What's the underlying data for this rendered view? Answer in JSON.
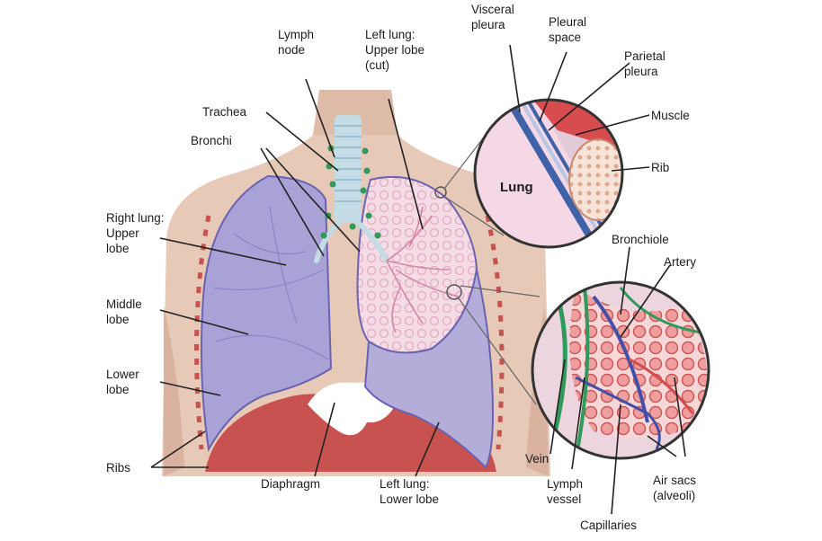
{
  "labels": {
    "lymph_node": "Lymph\nnode",
    "left_upper": "Left lung:\nUpper lobe\n(cut)",
    "visceral_pleura": "Visceral\npleura",
    "pleural_space": "Pleural\nspace",
    "parietal_pleura": "Parietal\npleura",
    "muscle": "Muscle",
    "rib": "Rib",
    "lung": "Lung",
    "trachea": "Trachea",
    "bronchi": "Bronchi",
    "right_upper": "Right lung:\nUpper\nlobe",
    "middle_lobe": "Middle\nlobe",
    "lower_lobe": "Lower\nlobe",
    "ribs": "Ribs",
    "diaphragm": "Diaphragm",
    "left_lower": "Left lung:\nLower lobe",
    "bronchiole": "Bronchiole",
    "artery": "Artery",
    "vein": "Vein",
    "lymph_vessel": "Lymph\nvessel",
    "air_sacs": "Air sacs\n(alveoli)",
    "capillaries": "Capillaries"
  },
  "colors": {
    "skin": "#e7c9b7",
    "skin_shadow": "#d9b3a0",
    "right_lung": "#a8a2d6",
    "left_lung_cut": "#f2dbe4",
    "left_lower": "#b4add9",
    "diaphragm_muscle": "#c8524f",
    "trachea": "#c3dce6",
    "lymph": "#2f9a5a",
    "vessel_red": "#d44c4c",
    "vessel_blue": "#4450a8",
    "pleura_blue": "#3f62a8",
    "alveoli": "#f0a8a8"
  },
  "icons": [
    "magnifier-circle-pleura",
    "magnifier-circle-alveoli"
  ]
}
